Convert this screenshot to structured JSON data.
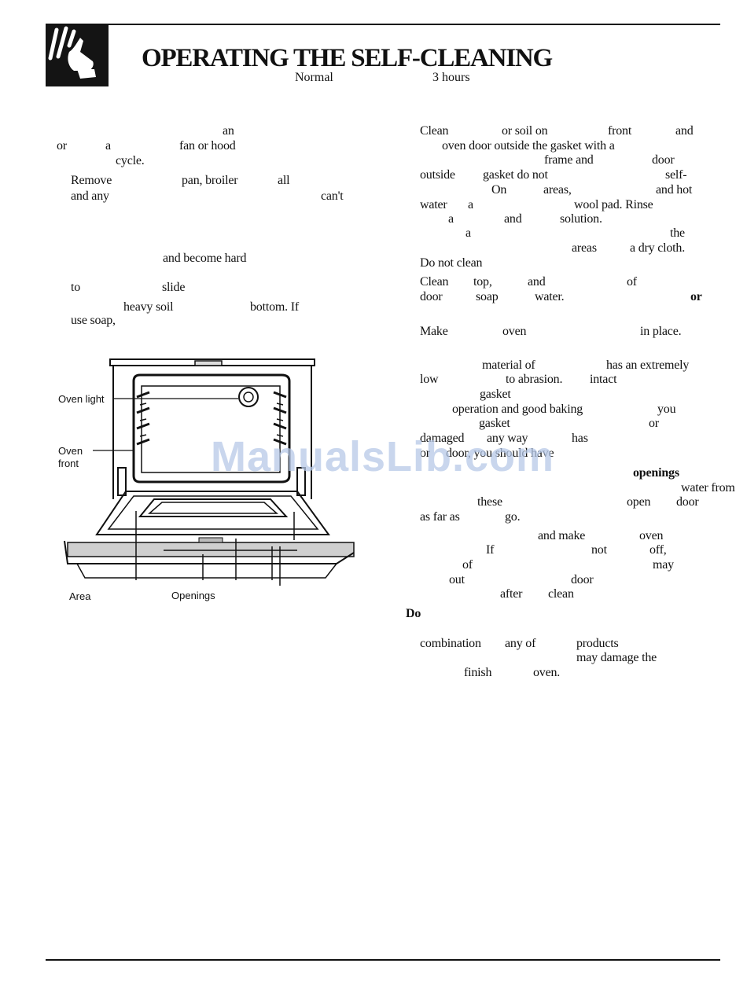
{
  "header": {
    "title": "OPERATING THE SELF-CLEANING",
    "subtitle_left": "Normal",
    "subtitle_right": "3 hours"
  },
  "left_column": [
    "an",
    "or",
    "a",
    "fan or hood",
    "cycle.",
    "Remove",
    "pan, broiler",
    "all",
    "and any",
    "can't",
    "and become hard",
    "to",
    "slide",
    "heavy soil",
    "bottom. If",
    "use soap,"
  ],
  "figure": {
    "labels": {
      "oven_light": "Oven light",
      "oven_front_1": "Oven",
      "oven_front_2": "front",
      "area": "Area",
      "openings": "Openings"
    }
  },
  "right_column": [
    "Clean",
    "or soil on",
    "front",
    "and",
    "oven door outside the gasket with a",
    "frame and",
    "door",
    "outside",
    "gasket do not",
    "self-",
    "On",
    "areas,",
    "and hot",
    "water",
    "a",
    "wool pad. Rinse",
    "a",
    "and",
    "solution.",
    "a",
    "the",
    "areas",
    "a dry cloth.",
    "Do not clean",
    "Clean",
    "top,",
    "and",
    "of",
    "door",
    "soap",
    "water.",
    "or",
    "Make",
    "oven",
    "in place.",
    "material of",
    "has an extremely",
    "low",
    "to abrasion.",
    "intact",
    "gasket",
    "operation and good baking",
    "you",
    "gasket",
    "or",
    "damaged",
    "any way",
    "has",
    "or",
    "door, you should have",
    "openings",
    "water from",
    "these",
    "open",
    "door",
    "as far as",
    "go.",
    "and make",
    "oven",
    "If",
    "not",
    "off,",
    "of",
    "may",
    "out",
    "door",
    "after",
    "clean",
    "Do",
    "combination",
    "any of",
    "products",
    "may damage the",
    "finish",
    "oven."
  ],
  "watermark": "ManualsLib.com"
}
